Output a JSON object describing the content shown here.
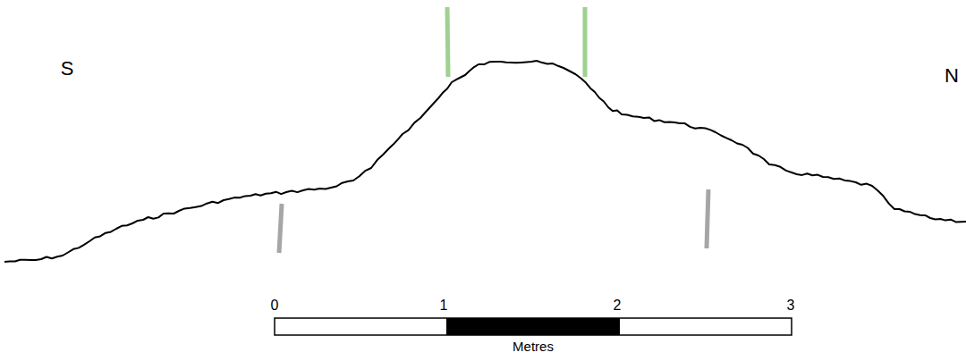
{
  "diagram": {
    "labels": [
      "S",
      "N",
      "0",
      "1",
      "2",
      "3",
      "Metres"
    ]
  }
}
